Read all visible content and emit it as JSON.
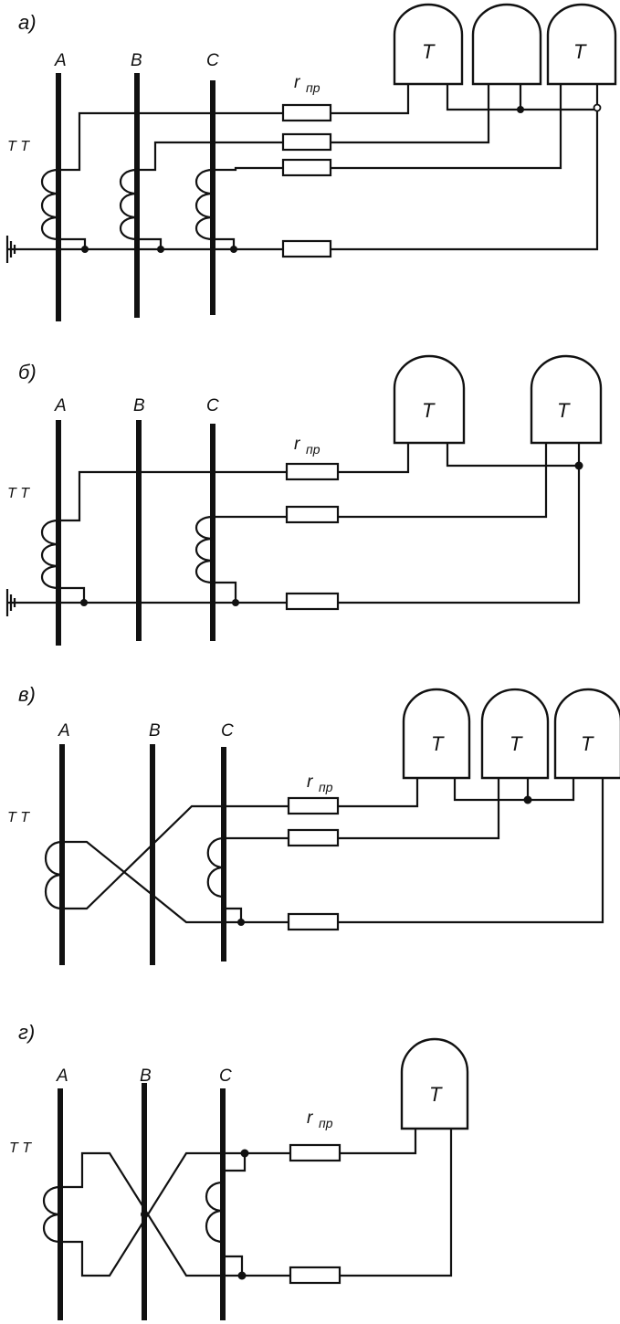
{
  "diagrams": [
    {
      "label": "а)",
      "phases": [
        "A",
        "B",
        "C"
      ],
      "ct_label": "Т Т",
      "resistor_label_main": "r",
      "resistor_label_sub": "пр",
      "relays": [
        "Т",
        "",
        "Т"
      ]
    },
    {
      "label": "б)",
      "phases": [
        "A",
        "B",
        "C"
      ],
      "ct_label": "Т Т",
      "resistor_label_main": "r",
      "resistor_label_sub": "пр",
      "relays": [
        "Т",
        "Т"
      ]
    },
    {
      "label": "в)",
      "phases": [
        "A",
        "B",
        "C"
      ],
      "ct_label": "Т Т",
      "resistor_label_main": "r",
      "resistor_label_sub": "пр",
      "relays": [
        "Т",
        "Т",
        "Т"
      ]
    },
    {
      "label": "г)",
      "phases": [
        "A",
        "B",
        "C"
      ],
      "ct_label": "Т Т",
      "resistor_label_main": "r",
      "resistor_label_sub": "пр",
      "relays": [
        "Т"
      ]
    }
  ]
}
